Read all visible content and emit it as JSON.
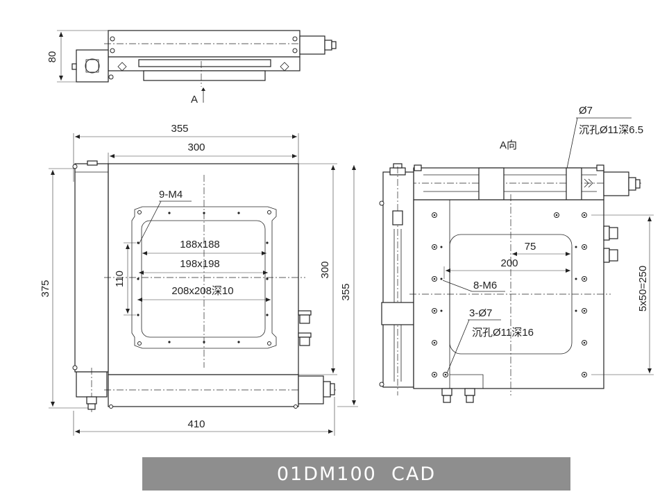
{
  "top_view": {
    "height_dim": "80",
    "view_arrow_label": "A"
  },
  "front_view": {
    "dim_overall_width": "355",
    "dim_table_width": "300",
    "dim_tapped_holes": "9-M4",
    "dim_opening_1": "188x188",
    "dim_opening_2": "198x198",
    "dim_opening_3": "208x208深10",
    "dim_hole_spacing": "110",
    "dim_table_height": "300",
    "dim_overall_height": "355",
    "dim_total_height": "375",
    "dim_total_width": "410"
  },
  "side_view": {
    "view_title": "A向",
    "dim_hole_dia": "Ø7",
    "dim_counterbore_1": "沉孔Ø11深6.5",
    "dim_hole_offset": "75",
    "dim_hole_span": "200",
    "dim_tapped_holes": "8-M6",
    "dim_mount_holes": "3-Ø7",
    "dim_counterbore_2": "沉孔Ø11深16",
    "dim_pitch": "5x50=250"
  },
  "caption": "01DM100  CAD"
}
